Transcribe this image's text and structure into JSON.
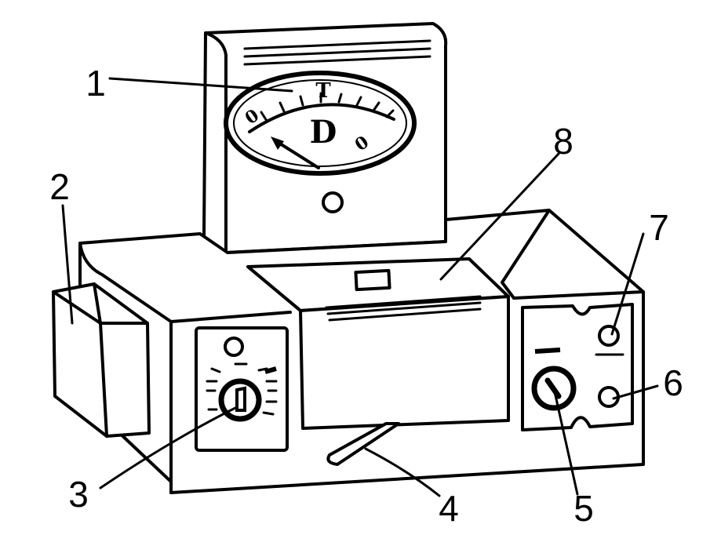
{
  "figure": {
    "callouts": [
      {
        "id": "1",
        "label": "1"
      },
      {
        "id": "2",
        "label": "2"
      },
      {
        "id": "3",
        "label": "3"
      },
      {
        "id": "4",
        "label": "4"
      },
      {
        "id": "5",
        "label": "5"
      },
      {
        "id": "6",
        "label": "6"
      },
      {
        "id": "7",
        "label": "7"
      },
      {
        "id": "8",
        "label": "8"
      }
    ],
    "dial": {
      "upper_mark": "T",
      "center_mark": "D",
      "left_zero": "0",
      "right_zero": "0"
    }
  }
}
